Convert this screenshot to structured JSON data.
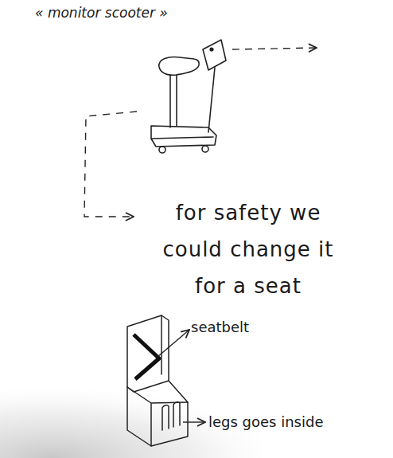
{
  "diagram": {
    "title": "« monitor scooter »",
    "labels": [
      "for safety we could change it for a seat",
      "seatbelt",
      "legs goes inside"
    ]
  }
}
